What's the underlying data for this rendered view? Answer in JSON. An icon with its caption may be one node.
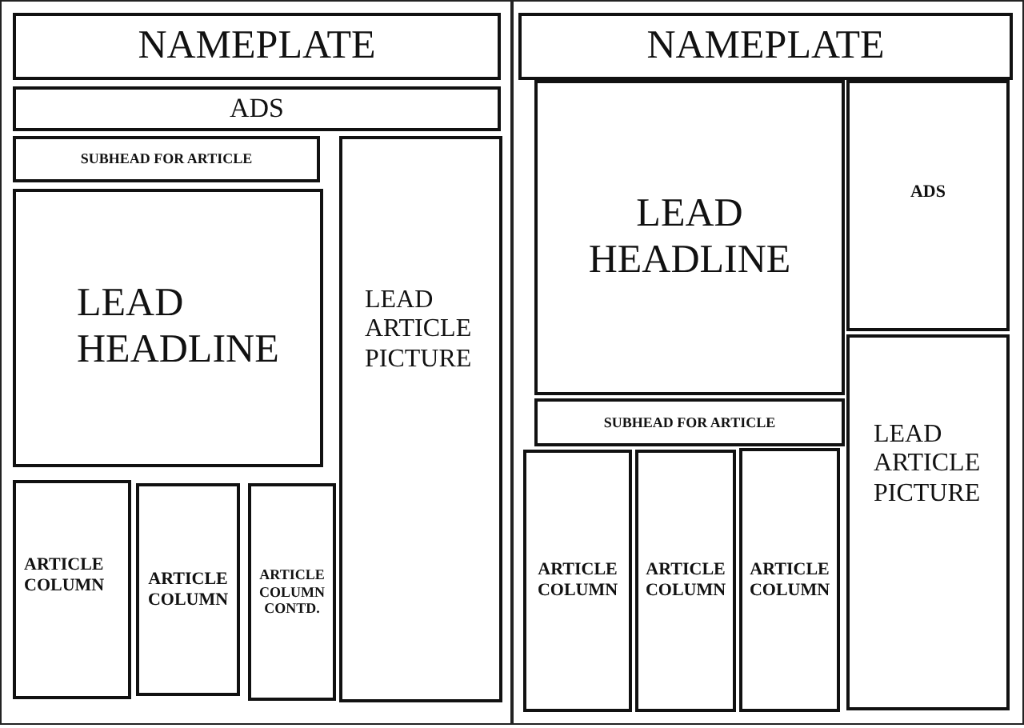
{
  "diagram": {
    "nodes": [
      {
        "text": [],
        "shape": "box"
      },
      {
        "text": [
          "NAMEPLATE"
        ],
        "in": 0
      },
      {
        "text": [
          "ADS"
        ],
        "in": 0
      },
      {
        "text": [
          "SUBHEAD FOR ARTICLE"
        ],
        "in": 0
      },
      {
        "text": [
          "LEAD HEADLINE"
        ],
        "in": 0
      },
      {
        "text": [
          "LEAD ARTICLE PICTURE"
        ],
        "in": 0
      },
      {
        "text": [
          "ARTICLE COLUMN"
        ],
        "in": 0
      },
      {
        "text": [
          "ARTICLE COLUMN"
        ],
        "in": 0
      },
      {
        "text": [
          "ARTICLE COLUMN CONTD."
        ],
        "in": 0
      },
      {
        "text": [],
        "shape": "box"
      },
      {
        "text": [
          "NAMEPLATE"
        ],
        "in": 9
      },
      {
        "text": [
          "LEAD HEADLINE"
        ],
        "in": 9
      },
      {
        "text": [
          "ADS"
        ],
        "in": 9
      },
      {
        "text": [
          "SUBHEAD FOR ARTICLE"
        ],
        "in": 9
      },
      {
        "text": [
          "LEAD ARTICLE PICTURE"
        ],
        "in": 9
      },
      {
        "text": [
          "ARTICLE COLUMN"
        ],
        "in": 9
      },
      {
        "text": [
          "ARTICLE COLUMN"
        ],
        "in": 9
      },
      {
        "text": [
          "ARTICLE COLUMN"
        ],
        "in": 9
      }
    ]
  }
}
